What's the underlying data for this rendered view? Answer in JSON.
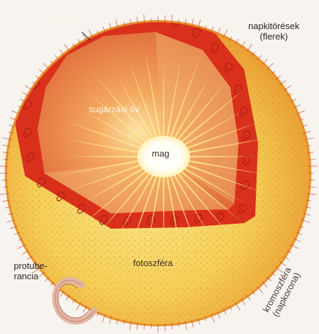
{
  "labels": {
    "convection_zone": "áramlási öv",
    "radiation_zone": "sugárzási öv",
    "core": "mag",
    "flares_line1": "napkitörések",
    "flares_line2": "(flerek)",
    "prominence_line1": "protube-",
    "prominence_line2": "rancia",
    "photosphere": "fotoszféra",
    "chromosphere_line1": "kromoszféra",
    "chromosphere_line2": "(napkorona)"
  },
  "colors": {
    "background": "#f7f3ee",
    "surface_yellow": "#f6d860",
    "surface_orange": "#e8902a",
    "convection_red": "#d9301c",
    "radiation_orange": "#e8763a",
    "core_white": "#ffffff",
    "ray_yellow": "#ffe98a"
  }
}
